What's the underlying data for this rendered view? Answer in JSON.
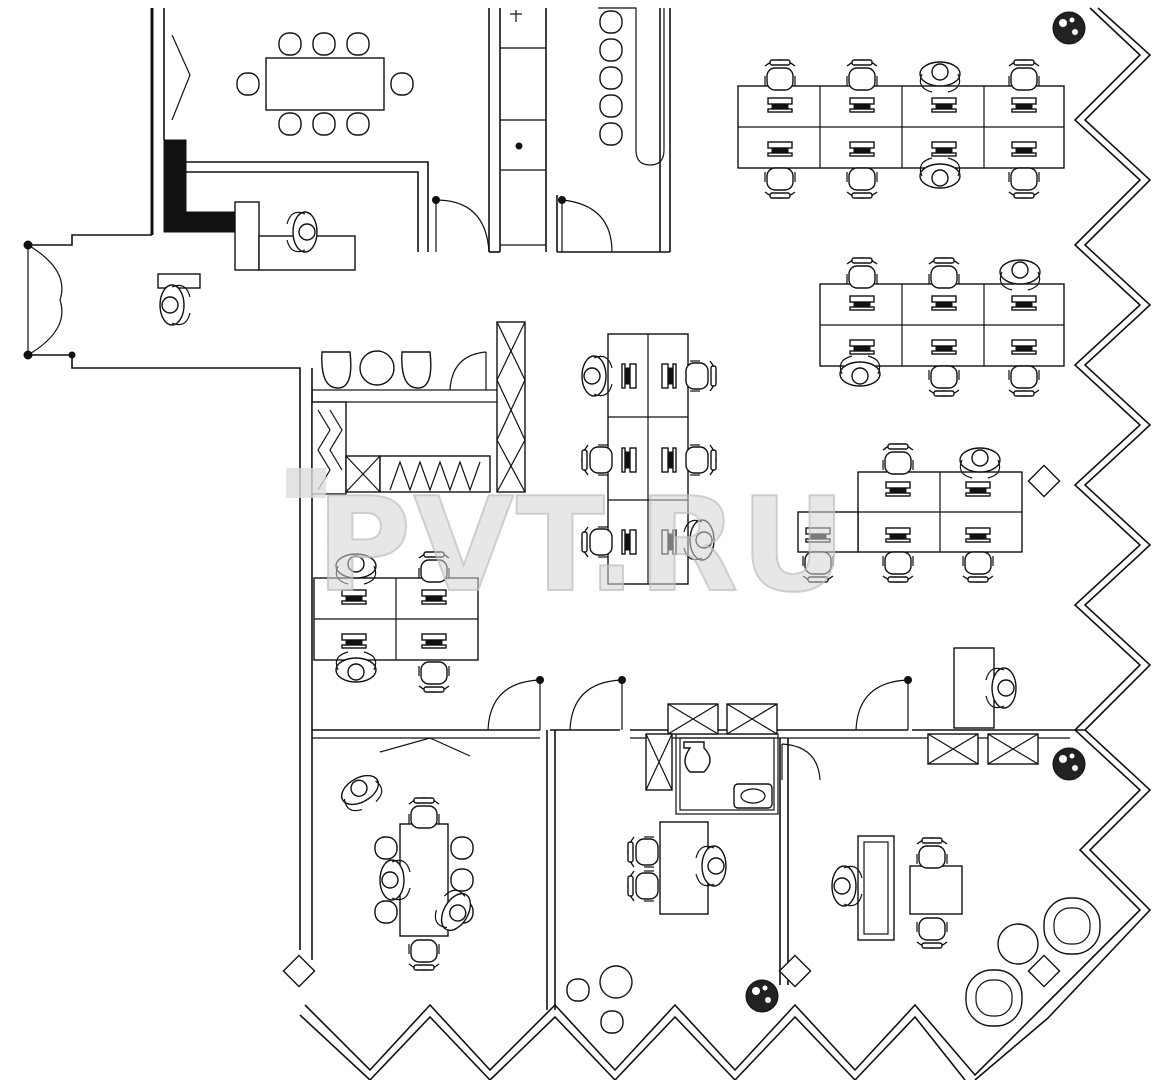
{
  "watermark": {
    "text": "PVT.RU",
    "color": "#d3d3d3"
  },
  "colors": {
    "line": "#111111",
    "background": "#ffffff"
  },
  "rooms": [
    {
      "id": "meeting-room-top"
    },
    {
      "id": "kitchen"
    },
    {
      "id": "reception"
    },
    {
      "id": "open-office"
    },
    {
      "id": "meeting-room-bottom"
    },
    {
      "id": "office-middle"
    },
    {
      "id": "office-right"
    },
    {
      "id": "wc"
    }
  ]
}
